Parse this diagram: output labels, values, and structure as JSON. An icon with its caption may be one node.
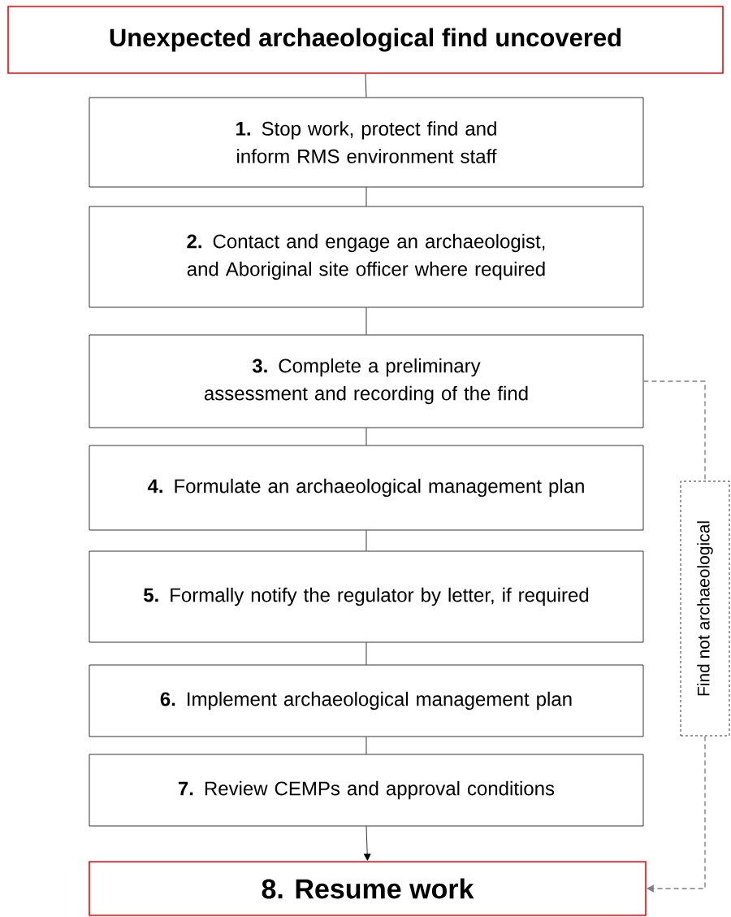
{
  "diagram": {
    "nodes": [
      {
        "text": [
          "Unexpected archaeological find uncovered"
        ]
      },
      {
        "text": [
          "**1.** Stop work, protect find and inform RMS environment staff"
        ]
      },
      {
        "text": [
          "**2.** Contact and engage an archaeologist, and Aboriginal site officer where required"
        ]
      },
      {
        "text": [
          "**3.** Complete a preliminary assessment and recording of the find"
        ]
      },
      {
        "text": [
          "**4.** Formulate an archaeological management plan"
        ]
      },
      {
        "text": [
          "**5.** Formally notify the regulator by letter, if required"
        ]
      },
      {
        "text": [
          "**6.** Implement archaeological management plan"
        ]
      },
      {
        "text": [
          "**7.** Review CEMPs and approval conditions"
        ]
      },
      {
        "text": [
          "8. Resume work"
        ]
      },
      {
        "text": [
          "Find not archaeological"
        ]
      }
    ],
    "edges": [
      {
        "from": 0,
        "to": 1,
        "arrow": "none"
      },
      {
        "from": 1,
        "to": 2,
        "arrow": "none"
      },
      {
        "from": 2,
        "to": 3,
        "arrow": "none"
      },
      {
        "from": 3,
        "to": 4,
        "arrow": "none"
      },
      {
        "from": 4,
        "to": 5,
        "arrow": "none"
      },
      {
        "from": 5,
        "to": 6,
        "arrow": "none"
      },
      {
        "from": 6,
        "to": 7,
        "arrow": "none"
      },
      {
        "from": 7,
        "to": 8,
        "arrow": "to"
      },
      {
        "from": 3,
        "to": 9,
        "arrow": "none",
        "style": "dashed",
        "color": "#808080"
      },
      {
        "from": 9,
        "to": 8,
        "arrow": "to",
        "style": "dashed",
        "color": "#808080"
      }
    ]
  }
}
